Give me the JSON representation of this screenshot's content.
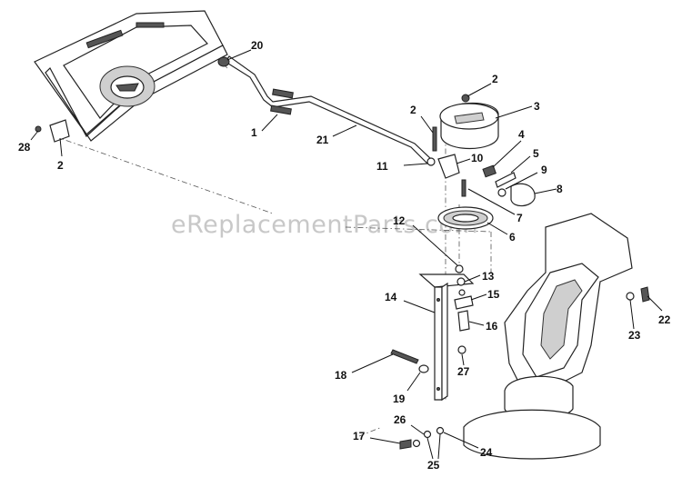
{
  "watermark": "eReplacementParts.com",
  "callouts": [
    {
      "label": "20"
    },
    {
      "label": "2"
    },
    {
      "label": "3"
    },
    {
      "label": "2"
    },
    {
      "label": "1"
    },
    {
      "label": "21"
    },
    {
      "label": "28"
    },
    {
      "label": "2"
    },
    {
      "label": "4"
    },
    {
      "label": "5"
    },
    {
      "label": "11"
    },
    {
      "label": "10"
    },
    {
      "label": "9"
    },
    {
      "label": "8"
    },
    {
      "label": "7"
    },
    {
      "label": "12"
    },
    {
      "label": "6"
    },
    {
      "label": "13"
    },
    {
      "label": "15"
    },
    {
      "label": "14"
    },
    {
      "label": "16"
    },
    {
      "label": "23"
    },
    {
      "label": "22"
    },
    {
      "label": "18"
    },
    {
      "label": "27"
    },
    {
      "label": "19"
    },
    {
      "label": "26"
    },
    {
      "label": "17"
    },
    {
      "label": "24"
    },
    {
      "label": "25"
    }
  ]
}
